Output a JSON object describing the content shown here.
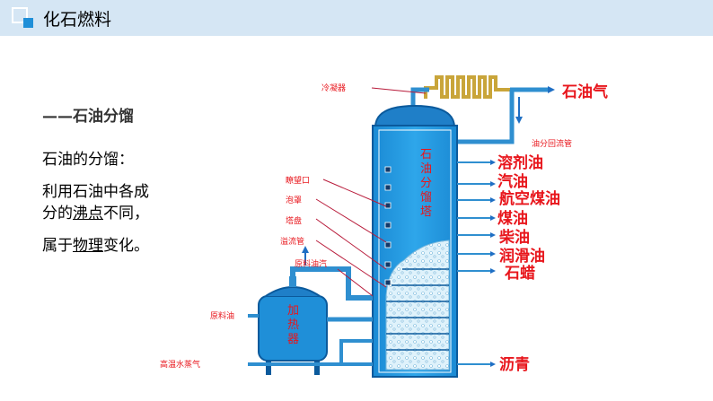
{
  "header": {
    "title": "化石燃料"
  },
  "content": {
    "heading": "——石油分馏",
    "line1": "石油的分馏：",
    "line2": "利用石油中各成",
    "line3_a": "分的",
    "line3_b": "沸点",
    "line3_c": "不同，",
    "line4_a": "属于",
    "line4_b": "物理",
    "line4_c": "变化。"
  },
  "diagram": {
    "condenser_label": "冷凝器",
    "peephole_label": "瞭望口",
    "bubble_cap_label": "泡罩",
    "tray_label": "塔盘",
    "overflow_label": "溢流管",
    "feed_vapor_label": "原料油汽",
    "crude_oil_label": "原料油",
    "steam_label": "高温水蒸气",
    "reflux_label": "油分回流管",
    "tower_label": [
      "石",
      "油",
      "分",
      "馏",
      "塔"
    ],
    "heater_label": [
      "加",
      "热",
      "器"
    ],
    "products": [
      "石油气",
      "溶剂油",
      "汽油",
      "航空煤油",
      "煤油",
      "柴油",
      "润滑油",
      "石蜡",
      "沥青"
    ]
  }
}
